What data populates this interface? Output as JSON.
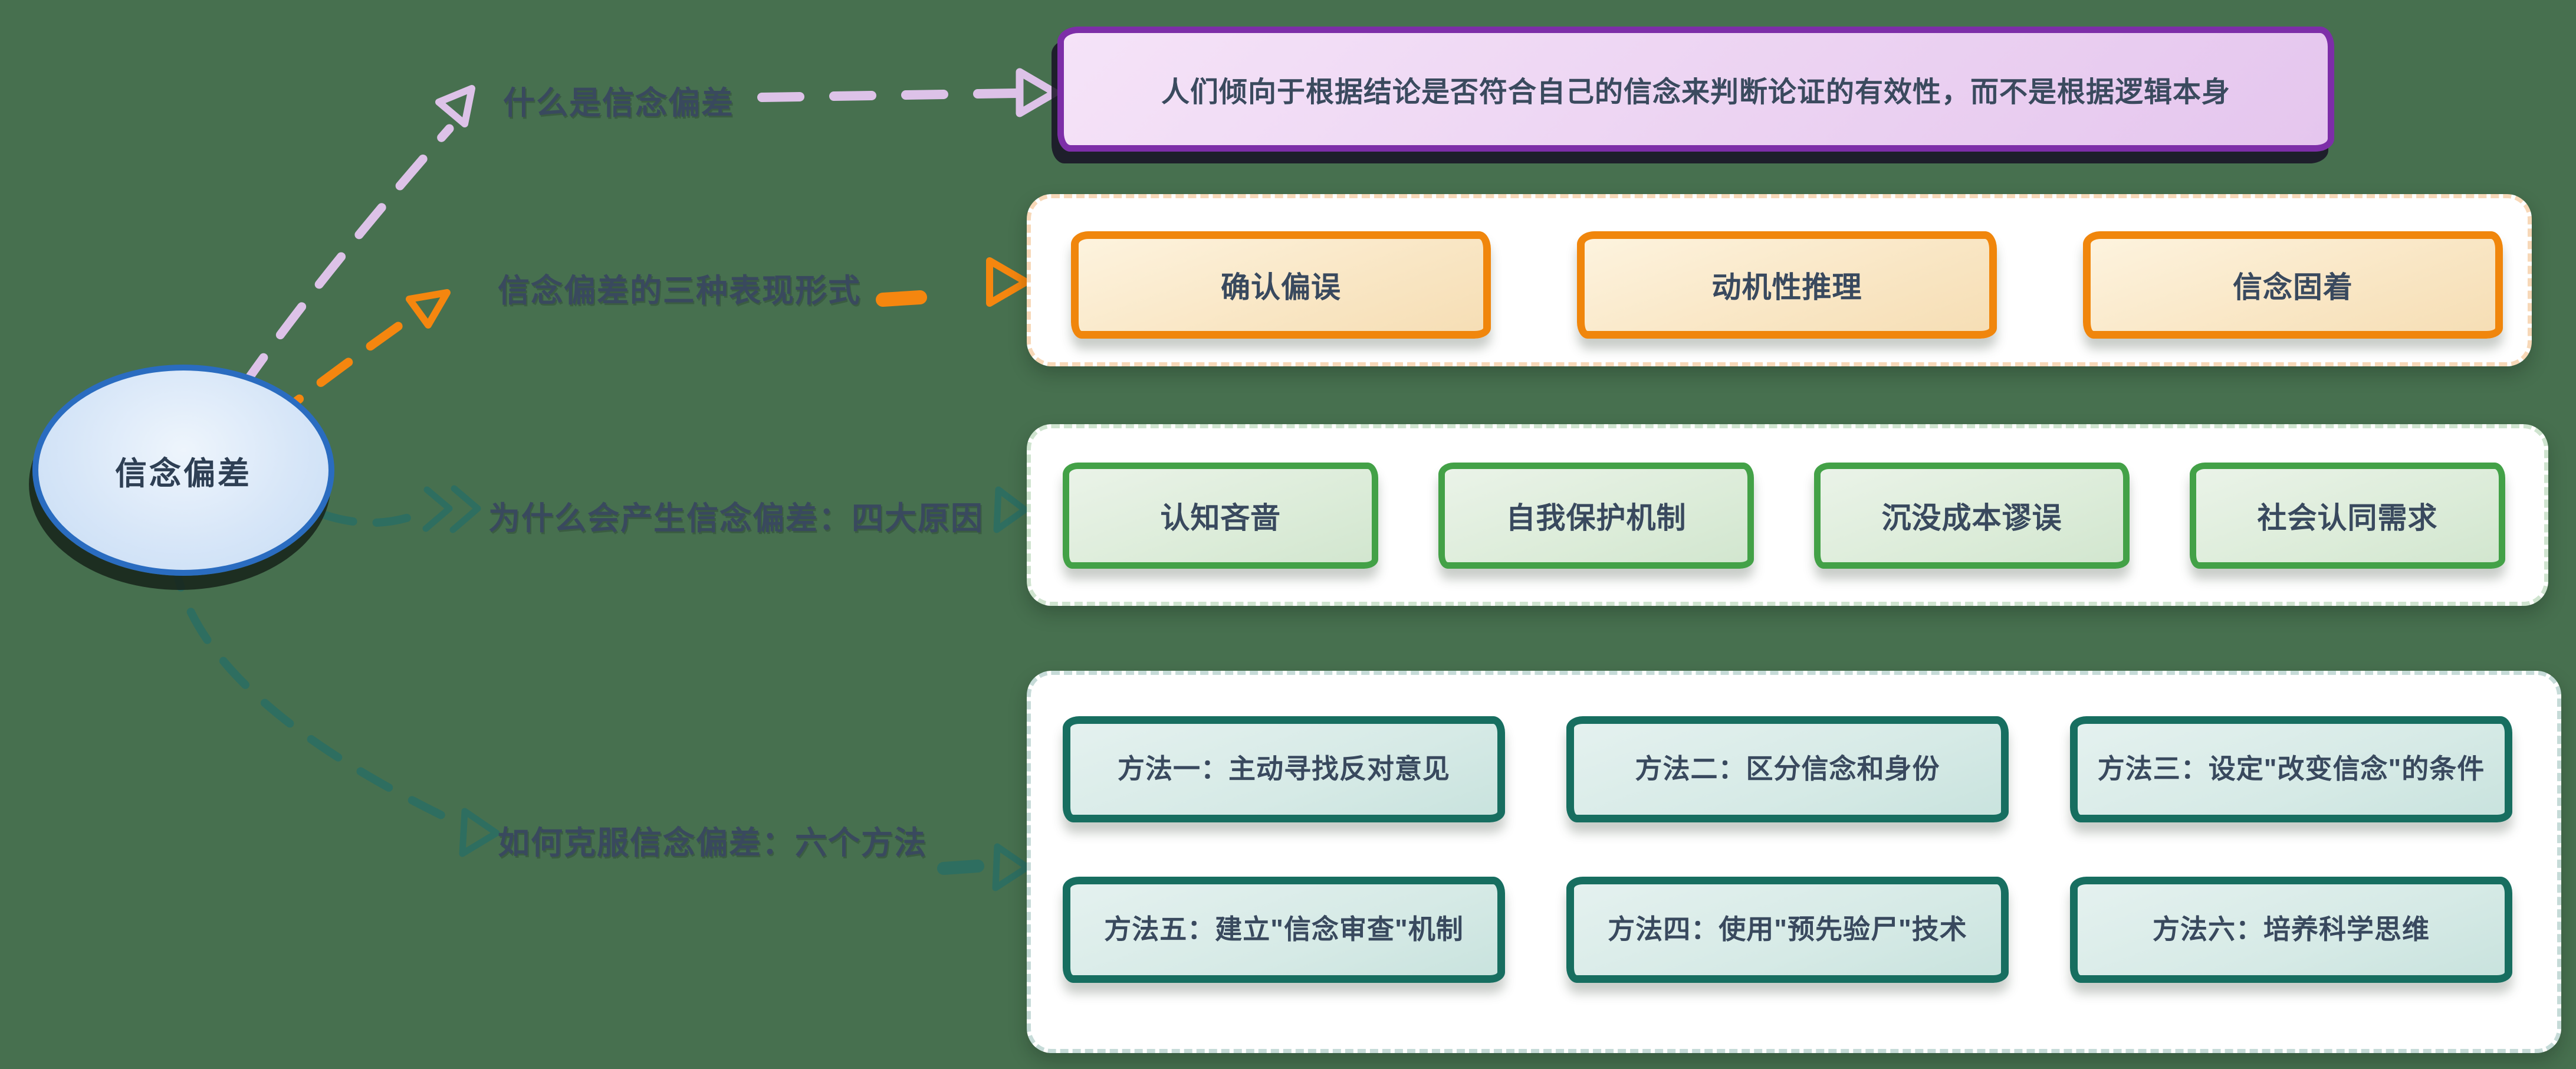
{
  "root": {
    "label": "信念偏差"
  },
  "definition": "人们倾向于根据结论是否符合自己的信念来判断论证的有效性，而不是根据逻辑本身",
  "branches": [
    {
      "label": "什么是信念偏差"
    },
    {
      "label": "信念偏差的三种表现形式",
      "items": [
        "确认偏误",
        "动机性推理",
        "信念固着"
      ]
    },
    {
      "label": "为什么会产生信念偏差：四大原因",
      "items": [
        "认知吝啬",
        "自我保护机制",
        "沉没成本谬误",
        "社会认同需求"
      ]
    },
    {
      "label": "如何克服信念偏差：六个方法",
      "rows": [
        [
          "方法一：主动寻找反对意见",
          "方法二：区分信念和身份",
          "方法三：设定\"改变信念\"的条件"
        ],
        [
          "方法五：建立\"信念审查\"机制",
          "方法四：使用\"预先验尸\"技术",
          "方法六：培养科学思维"
        ]
      ]
    }
  ],
  "colors": {
    "background": "#47704f",
    "root_border": "#2a6cc0",
    "root_fill": "#d7e6f8",
    "branch1_arrow": "#ddc2e8",
    "branch2_arrow": "#f5860f",
    "branch34_arrow": "#2e6e60",
    "definition_border": "#7d2ea8",
    "definition_fill": "#ecd3f2",
    "forms_border": "#f0860c",
    "causes_border": "#43a147",
    "methods_border": "#176e60",
    "text": "#3a4a5e"
  }
}
